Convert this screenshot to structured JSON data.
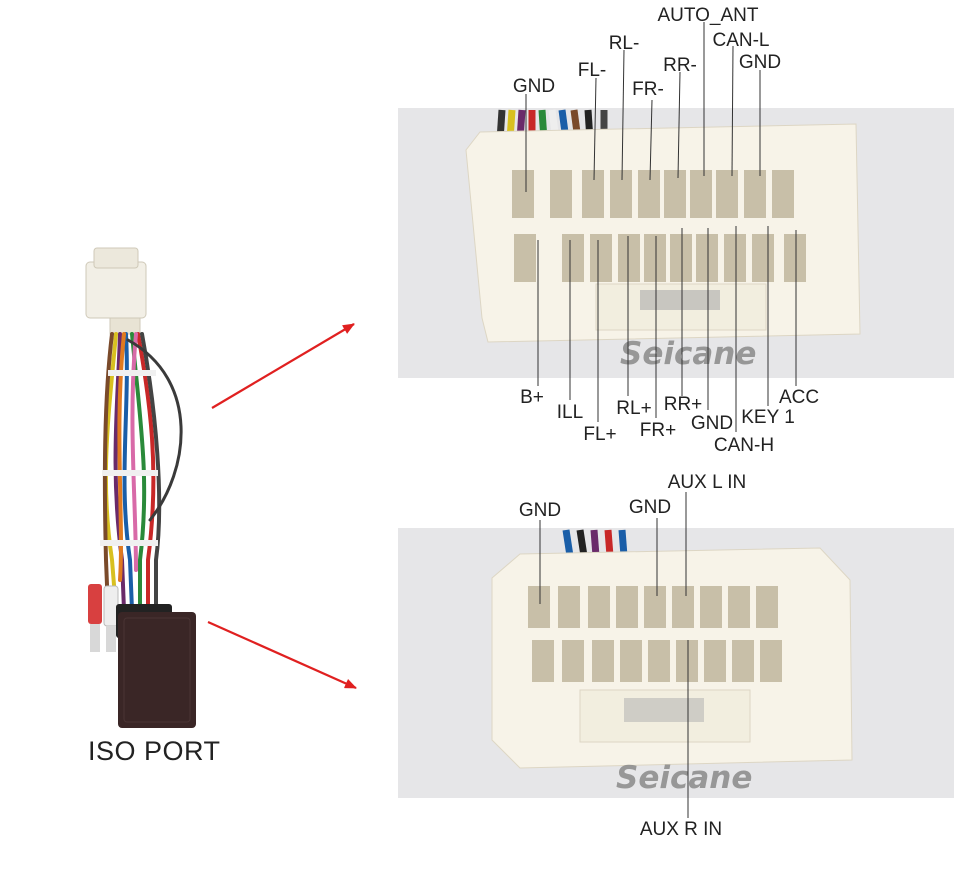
{
  "iso_port_label": "ISO PORT",
  "watermark": "Seicane",
  "top_connector": {
    "upper_labels": [
      "GND",
      "FL-",
      "RL-",
      "FR-",
      "RR-",
      "AUTO_ANT",
      "CAN-L",
      "GND"
    ],
    "lower_labels": [
      "B+",
      "ILL",
      "FL+",
      "RL+",
      "FR+",
      "RR+",
      "GND",
      "CAN-H",
      "KEY 1",
      "ACC"
    ]
  },
  "bottom_connector": {
    "upper_labels": [
      "GND",
      "GND",
      "AUX L IN"
    ],
    "lower_labels": [
      "AUX R IN"
    ]
  },
  "colors": {
    "photo_bg": "#e6e6e8",
    "connector_body": "#f7f3e8",
    "pin_hole": "#c8bfa8",
    "arrow": "#e02020",
    "leader_line": "#333333",
    "module_box": "#3a2626"
  }
}
